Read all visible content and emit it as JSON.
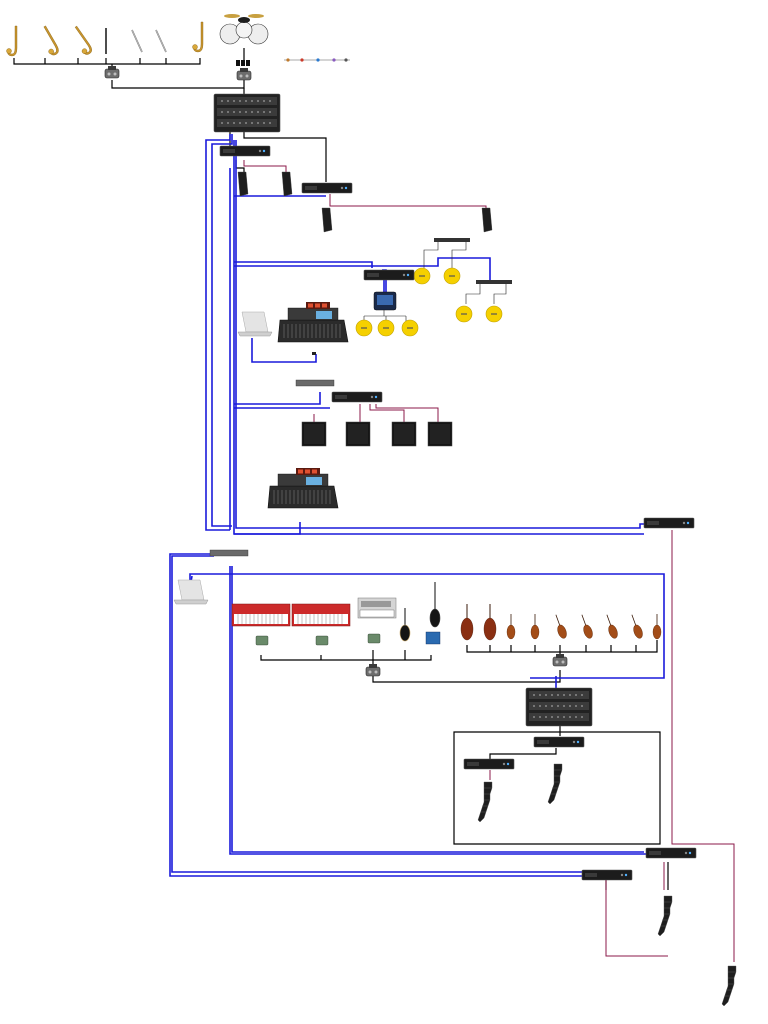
{
  "diagram": {
    "colors": {
      "background": "#ffffff",
      "digital_link": "#1a1adb",
      "analog_link": "#000000",
      "speaker_link": "#8b1a4a",
      "yellow_pad": "#f5d000",
      "red_keys": "#cc2a2a",
      "dark_device": "#1c1c1c"
    },
    "legend": {
      "swatch_colors": [
        "#c07a2c",
        "#cc3a2a",
        "#2a7ad0",
        "#8a5ac0"
      ]
    },
    "sections": [
      {
        "id": "wind-section",
        "icons": [
          "alto-sax-icon",
          "alto-sax-icon",
          "tenor-sax-icon",
          "clarinet-icon",
          "flute-icon",
          "flute-icon",
          "baritone-sax-icon"
        ]
      },
      {
        "id": "drum-section",
        "icons": [
          "drum-kit-icon",
          "di-box-icon"
        ]
      },
      {
        "id": "band-section",
        "icons": [
          "stage-piano-icon",
          "stage-piano-icon",
          "synth-icon",
          "electric-guitar-icon",
          "bass-guitar-icon",
          "di-box-icon"
        ]
      },
      {
        "id": "string-section",
        "icons": [
          "cello-icon",
          "cello-icon",
          "viola-icon",
          "viola-icon",
          "violin-icon",
          "violin-icon",
          "violin-icon",
          "violin-icon",
          "violin-icon"
        ]
      }
    ]
  }
}
